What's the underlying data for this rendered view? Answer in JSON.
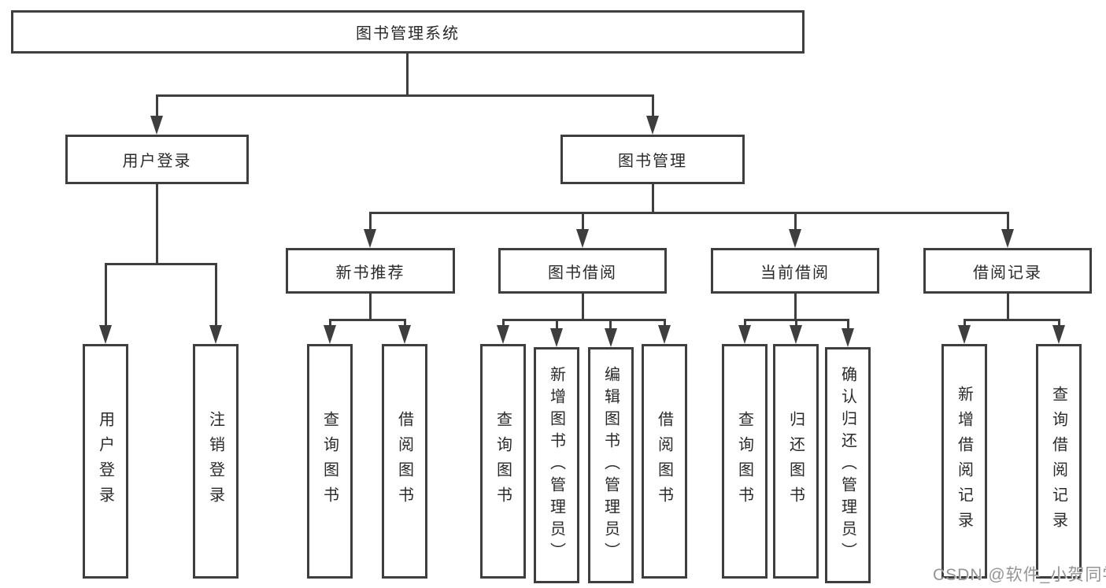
{
  "diagram_title": "图书管理系统",
  "colors": {
    "line": "#3e3e3e",
    "text": "#2a2a2a",
    "background": "#ffffff",
    "watermark": "#949494"
  },
  "nodes": {
    "root": {
      "label": "图书管理系统"
    },
    "l2": [
      {
        "label": "用户登录"
      },
      {
        "label": "图书管理"
      }
    ],
    "l3": [
      {
        "label": "新书推荐"
      },
      {
        "label": "图书借阅"
      },
      {
        "label": "当前借阅"
      },
      {
        "label": "借阅记录"
      }
    ],
    "l4": {
      "login": [
        {
          "label": "用户登录"
        },
        {
          "label": "注销登录"
        }
      ],
      "recommend": [
        {
          "label": "查询图书"
        },
        {
          "label": "借阅图书"
        }
      ],
      "borrow": [
        {
          "label": "查询图书"
        },
        {
          "label": "新增图书（管理员）"
        },
        {
          "label": "编辑图书（管理员）"
        },
        {
          "label": "借阅图书"
        }
      ],
      "current": [
        {
          "label": "查询图书"
        },
        {
          "label": "归还图书"
        },
        {
          "label": "确认归还（管理员）"
        }
      ],
      "records": [
        {
          "label": "新增借阅记录"
        },
        {
          "label": "查询借阅记录"
        }
      ]
    }
  },
  "watermark": {
    "text": "CSDN @软件_小贺同学"
  }
}
